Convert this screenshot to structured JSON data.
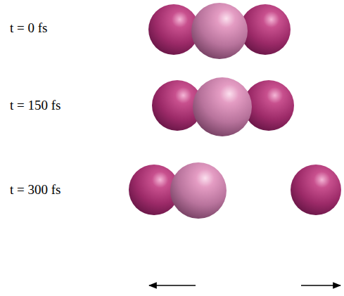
{
  "diagram": {
    "labels": [
      "t = 0 fs",
      "t = 150 fs",
      "t = 300 fs"
    ]
  }
}
